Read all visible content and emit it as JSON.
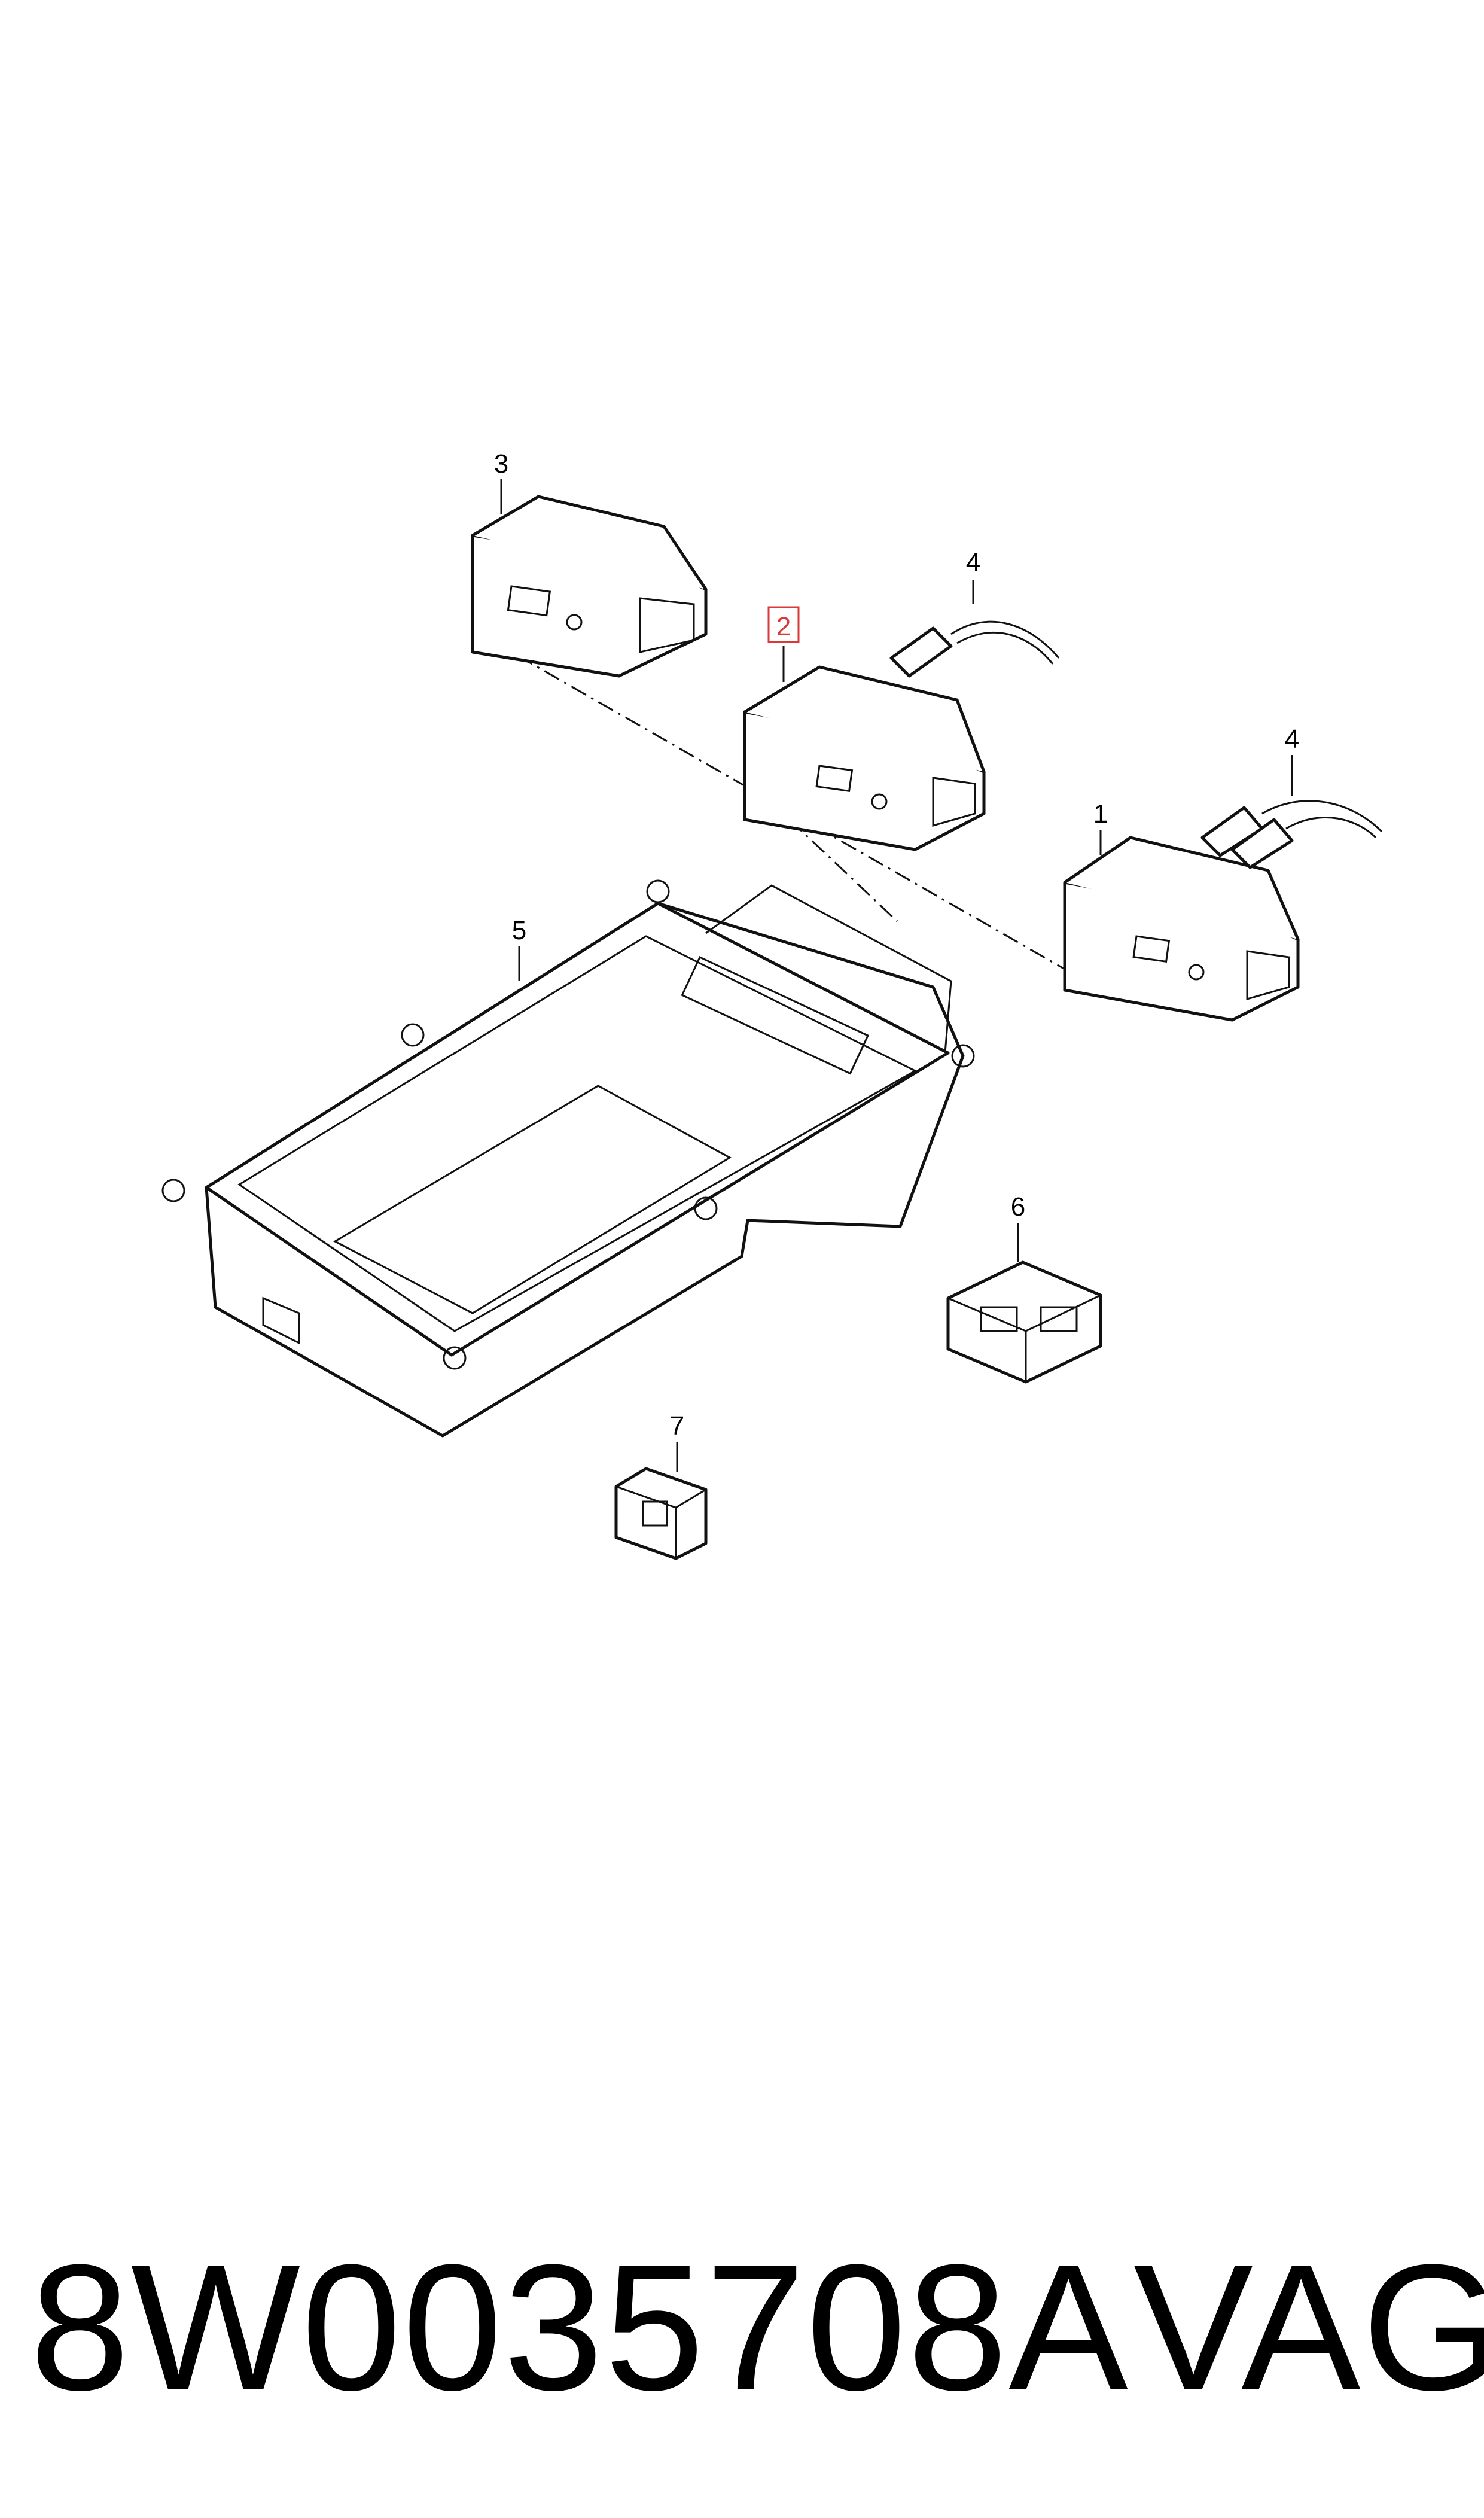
{
  "callouts": {
    "c1": "1",
    "c2": "2",
    "c3": "3",
    "c4a": "4",
    "c4b": "4",
    "c5": "5",
    "c6": "6",
    "c7": "7"
  },
  "highlight_color": "#d83a3a",
  "footer": {
    "part_number": "8W0035708A",
    "brand": "VAG"
  }
}
